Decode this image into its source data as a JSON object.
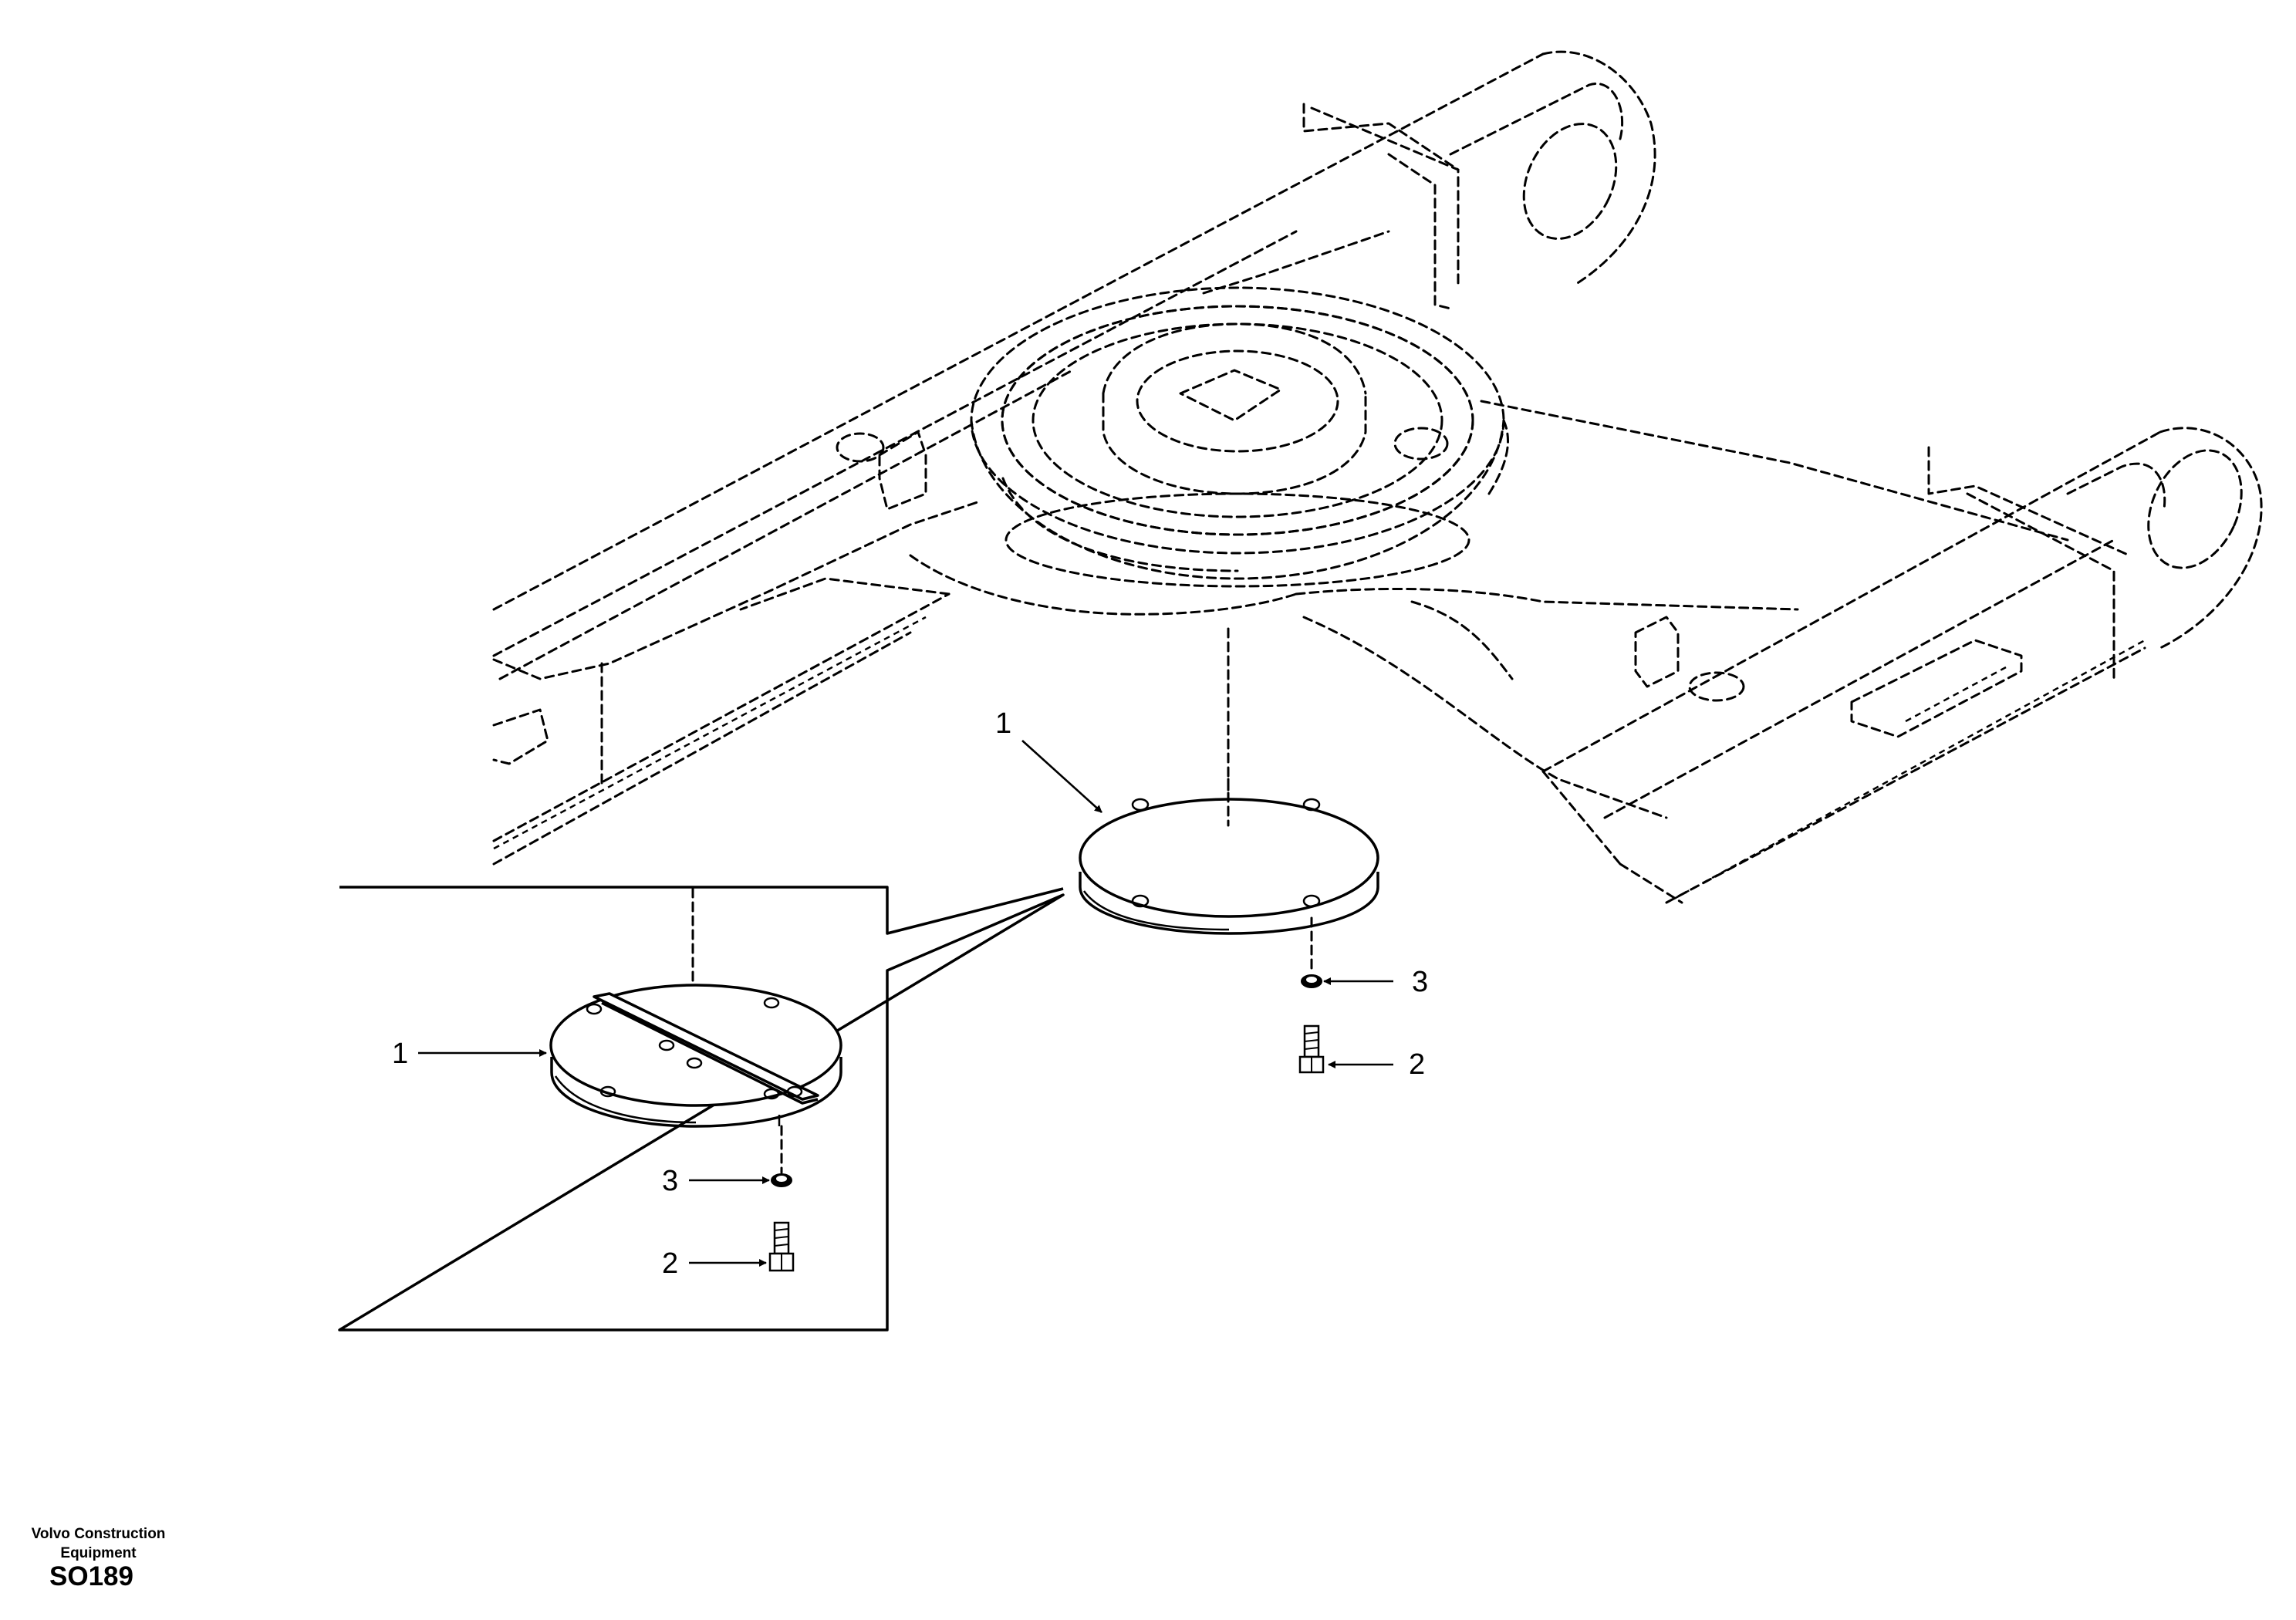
{
  "callouts": {
    "main_cover": "1",
    "main_washer": "3",
    "main_bolt": "2",
    "detail_cover": "1",
    "detail_washer": "3",
    "detail_bolt": "2"
  },
  "footer": {
    "manufacturer": "Volvo Construction Equipment",
    "drawing_code": "SO189"
  }
}
